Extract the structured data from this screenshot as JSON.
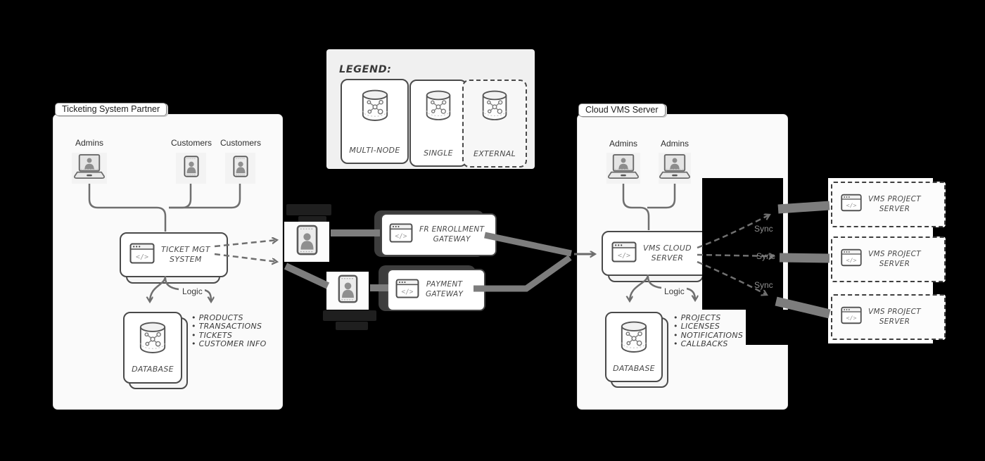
{
  "legend": {
    "title": "LEGEND:",
    "items": [
      {
        "label": "MULTI-NODE"
      },
      {
        "label": "SINGLE"
      },
      {
        "label": "EXTERNAL"
      }
    ]
  },
  "ticketing": {
    "tab": "Ticketing System Partner",
    "actors": [
      {
        "label": "Admins"
      },
      {
        "label": "Customers"
      },
      {
        "label": "Customers"
      }
    ],
    "system": {
      "line1": "TICKET MGT",
      "line2": "SYSTEM"
    },
    "logic": "Logic",
    "bullets": [
      "PRODUCTS",
      "TRANSACTIONS",
      "TICKETS",
      "CUSTOMER INFO"
    ],
    "database": "DATABASE"
  },
  "gateways": {
    "enrollment": {
      "line1": "FR ENROLLMENT",
      "line2": "GATEWAY"
    },
    "payment": {
      "line1": "PAYMENT",
      "line2": "GATEWAY"
    }
  },
  "cloud": {
    "tab": "Cloud VMS Server",
    "actors": [
      {
        "label": "Admins"
      },
      {
        "label": "Admins"
      }
    ],
    "system": {
      "line1": "VMS CLOUD",
      "line2": "SERVER"
    },
    "logic": "Logic",
    "bullets": [
      "PROJECTS",
      "LICENSES",
      "NOTIFICATIONS",
      "CALLBACKS"
    ],
    "database": "DATABASE"
  },
  "sync": {
    "labels": [
      "Sync",
      "Sync",
      "Sync"
    ]
  },
  "project_servers": [
    {
      "line1": "VMS PROJECT",
      "line2": "SERVER"
    },
    {
      "line1": "VMS PROJECT",
      "line2": "SERVER"
    },
    {
      "line1": "VMS PROJECT",
      "line2": "SERVER"
    }
  ],
  "colors": {
    "canvas": "#000000",
    "panel": "#fafafa",
    "legend_panel": "#f0f0f0",
    "card_border": "#4a4a4a",
    "thick_arrow": "#7d7d7d",
    "connector": "#6f6f6f"
  }
}
